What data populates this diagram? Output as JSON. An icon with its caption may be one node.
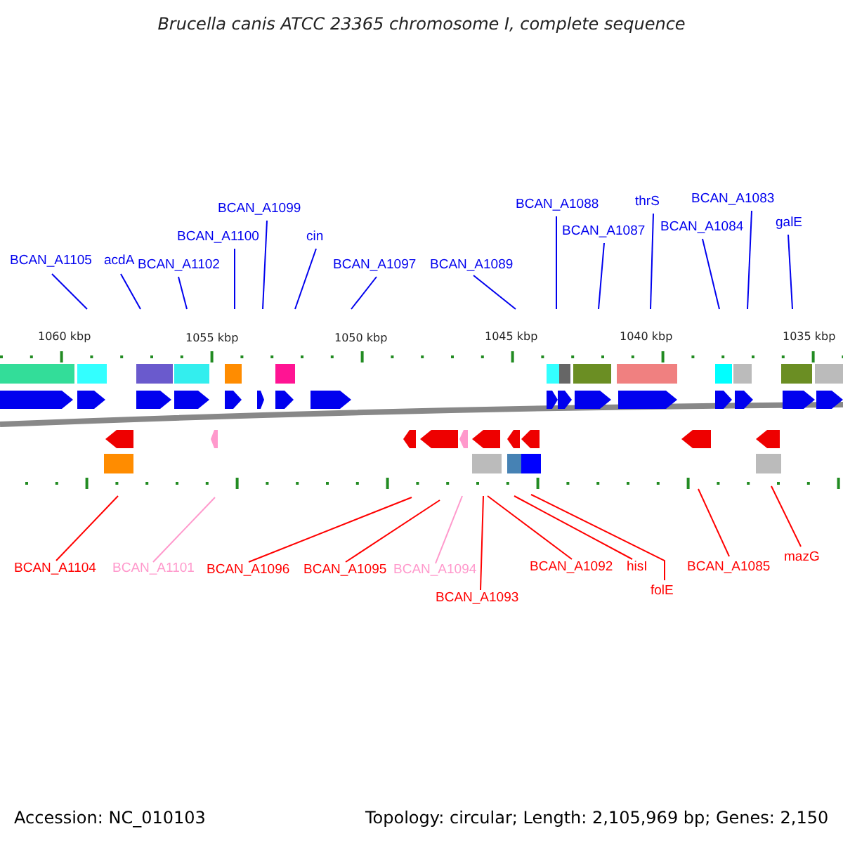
{
  "diagram": {
    "title": "Brucella canis ATCC 23365 chromosome I, complete sequence",
    "nodes": [
      {
        "text": [
          "BCAN_A1105"
        ]
      },
      {
        "text": [
          "acdA"
        ]
      },
      {
        "text": [
          "BCAN_A1102"
        ]
      },
      {
        "text": [
          "BCAN_A1100"
        ]
      },
      {
        "text": [
          "BCAN_A1099"
        ]
      },
      {
        "text": [
          "cin"
        ]
      },
      {
        "text": [
          "BCAN_A1097"
        ]
      },
      {
        "text": [
          "BCAN_A1089"
        ]
      },
      {
        "text": [
          "BCAN_A1088"
        ]
      },
      {
        "text": [
          "BCAN_A1087"
        ]
      },
      {
        "text": [
          "thrS"
        ]
      },
      {
        "text": [
          "BCAN_A1083"
        ]
      },
      {
        "text": [
          "BCAN_A1084"
        ]
      },
      {
        "text": [
          "galE"
        ]
      },
      {
        "text": [
          "BCAN_A1104"
        ]
      },
      {
        "text": [
          "BCAN_A1101"
        ]
      },
      {
        "text": [
          "BCAN_A1096"
        ]
      },
      {
        "text": [
          "BCAN_A1095"
        ]
      },
      {
        "text": [
          "BCAN_A1094"
        ]
      },
      {
        "text": [
          "BCAN_A1093"
        ]
      },
      {
        "text": [
          "BCAN_A1092"
        ]
      },
      {
        "text": [
          "hisI"
        ]
      },
      {
        "text": [
          "folE"
        ]
      },
      {
        "text": [
          "BCAN_A1085"
        ]
      },
      {
        "text": [
          "mazG"
        ]
      }
    ],
    "edges": [
      {
        "from": 0,
        "to": null,
        "arrow": "none"
      },
      {
        "from": 1,
        "to": null,
        "arrow": "none"
      },
      {
        "from": 2,
        "to": null,
        "arrow": "none"
      },
      {
        "from": 3,
        "to": null,
        "arrow": "none"
      },
      {
        "from": 4,
        "to": null,
        "arrow": "none"
      },
      {
        "from": 5,
        "to": null,
        "arrow": "none"
      },
      {
        "from": 6,
        "to": null,
        "arrow": "none"
      },
      {
        "from": 7,
        "to": null,
        "arrow": "none"
      },
      {
        "from": 8,
        "to": null,
        "arrow": "none"
      },
      {
        "from": 9,
        "to": null,
        "arrow": "none"
      },
      {
        "from": 10,
        "to": null,
        "arrow": "none"
      },
      {
        "from": 11,
        "to": null,
        "arrow": "none"
      },
      {
        "from": 12,
        "to": null,
        "arrow": "none"
      },
      {
        "from": 13,
        "to": null,
        "arrow": "none"
      },
      {
        "from": 14,
        "to": null,
        "arrow": "none",
        "color": "#ff0000"
      },
      {
        "from": 15,
        "to": null,
        "arrow": "none",
        "color": "#ff99cc"
      },
      {
        "from": 16,
        "to": null,
        "arrow": "none",
        "color": "#ff0000"
      },
      {
        "from": 17,
        "to": null,
        "arrow": "none",
        "color": "#ff0000"
      },
      {
        "from": 18,
        "to": null,
        "arrow": "none",
        "color": "#ff99cc"
      },
      {
        "from": 19,
        "to": null,
        "arrow": "none",
        "color": "#ff0000"
      },
      {
        "from": 20,
        "to": null,
        "arrow": "none",
        "color": "#ff0000"
      },
      {
        "from": 21,
        "to": null,
        "arrow": "none",
        "color": "#ff0000"
      },
      {
        "from": 22,
        "to": null,
        "arrow": "none",
        "color": "#ff0000"
      },
      {
        "from": 23,
        "to": null,
        "arrow": "none",
        "color": "#ff0000"
      },
      {
        "from": 24,
        "to": null,
        "arrow": "none",
        "color": "#ff0000"
      }
    ],
    "labels": [
      "1060 kbp",
      "1055 kbp",
      "1050 kbp",
      "1045 kbp",
      "1040 kbp",
      "1035 kbp",
      "Accession: NC_010103",
      "Topology: circular; Length: 2,105,969 bp; Genes: 2,150"
    ]
  }
}
